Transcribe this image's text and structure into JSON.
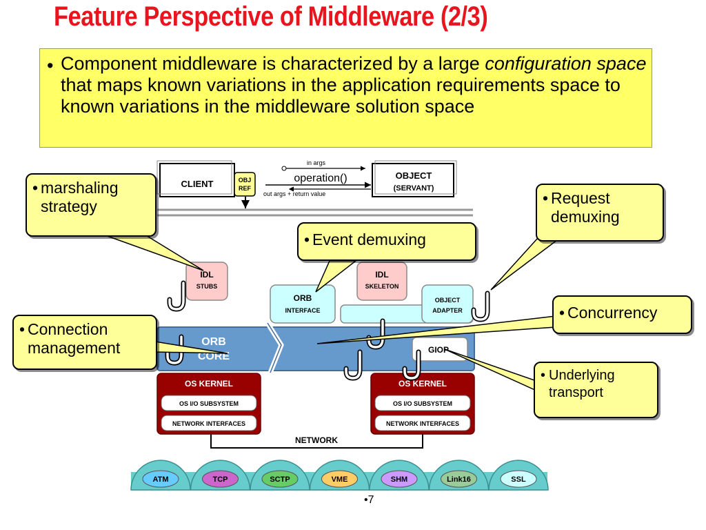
{
  "slide": {
    "title": "Feature Perspective of Middleware (2/3)",
    "summary_bullet": "•",
    "summary": {
      "part1": "Component middleware is characterized by a large ",
      "emphasis": "configuration space",
      "part2": " that maps known variations in the application requirements space to known variations in the middleware solution space"
    },
    "page_number": "•7"
  },
  "callouts": {
    "marshaling": {
      "bullet": "•",
      "line1": "marshaling",
      "line2": "strategy"
    },
    "request_demux": {
      "bullet": "•",
      "line1": "Request",
      "line2": "demuxing"
    },
    "event_demux": {
      "bullet": "•",
      "line1": "Event demuxing"
    },
    "concurrency": {
      "bullet": "•",
      "line1": "Concurrency"
    },
    "connection": {
      "bullet": "•",
      "line1": "Connection",
      "line2": "management"
    },
    "transport": {
      "bullet": "•",
      "line1": "Underlying",
      "line2": "transport"
    }
  },
  "diagram": {
    "client": "CLIENT",
    "obj_ref_1": "OBJ",
    "obj_ref_2": "REF",
    "in_args": "in  args",
    "operation": "operation()",
    "out_args": "out  args + return  value",
    "object_1": "OBJECT",
    "object_2": "(SERVANT)",
    "idl_stubs_1": "IDL",
    "idl_stubs_2": "STUBS",
    "idl_skel_1": "IDL",
    "idl_skel_2": "SKELETON",
    "orb_iface_1": "ORB",
    "orb_iface_2": "INTERFACE",
    "obj_adapter_1": "OBJECT",
    "obj_adapter_2": "ADAPTER",
    "orb_core_1": "ORB",
    "orb_core_2": "CORE",
    "giop": "GIOP",
    "os_kernel": "OS  KERNEL",
    "io_subsystem": "OS  I/O  SUBSYSTEM",
    "net_interfaces": "NETWORK  INTERFACES",
    "network": "NETWORK",
    "transports": [
      "ATM",
      "TCP",
      "SCTP",
      "VME",
      "SHM",
      "Link16",
      "SSL"
    ],
    "transport_colors": [
      "#66ccff",
      "#cc66cc",
      "#66cc66",
      "#ffcc66",
      "#cc99ff",
      "#99cc99",
      "#ccffff"
    ]
  }
}
